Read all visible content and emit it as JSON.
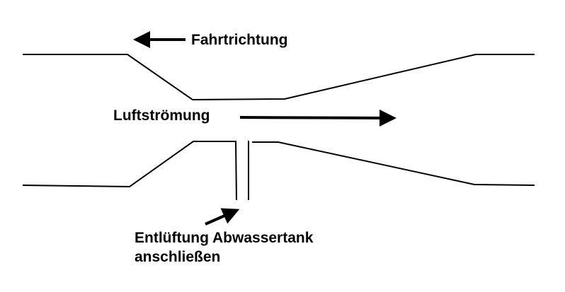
{
  "labels": {
    "direction": "Fahrtrichtung",
    "airflow": "Luftströmung",
    "vent_line1": "Entlüftung Abwassertank",
    "vent_line2": "anschließen"
  },
  "colors": {
    "line": "#000000",
    "background": "#ffffff"
  }
}
